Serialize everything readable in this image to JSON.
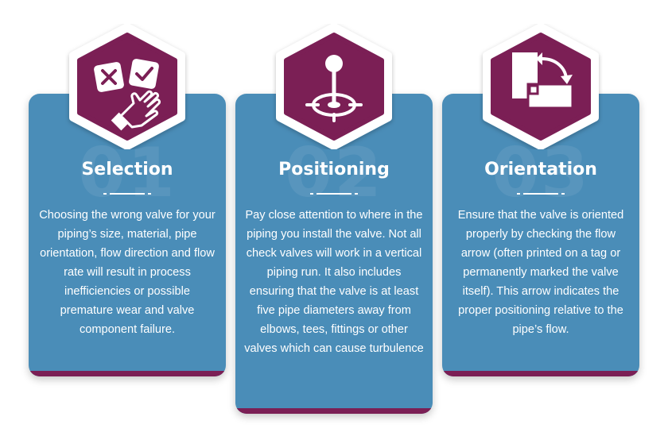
{
  "cards": [
    {
      "number": "01",
      "title": "Selection",
      "icon": "checkbox-hand-icon",
      "body": "Choosing the wrong valve for your piping’s size, material, pipe orientation, flow direction and flow rate will result in process inefficiencies or possible premature wear and valve component failure."
    },
    {
      "number": "02",
      "title": "Positioning",
      "icon": "target-pin-icon",
      "body": "Pay close attention to where in the piping you install the valve. Not all check valves will work in a vertical piping run.  It also includes ensuring that the valve is at least five pipe diameters away from elbows, tees, fittings or other valves which can cause turbulence"
    },
    {
      "number": "03",
      "title": "Orientation",
      "icon": "rotate-arrow-icon",
      "body": "Ensure that the valve is oriented properly by checking the flow arrow (often printed on a tag or permanently marked the valve itself). This arrow indicates the proper positioning relative to the pipe’s flow."
    }
  ],
  "colors": {
    "card": "#4a8db8",
    "accent": "#7b1f55",
    "hex_border": "#ffffff"
  }
}
